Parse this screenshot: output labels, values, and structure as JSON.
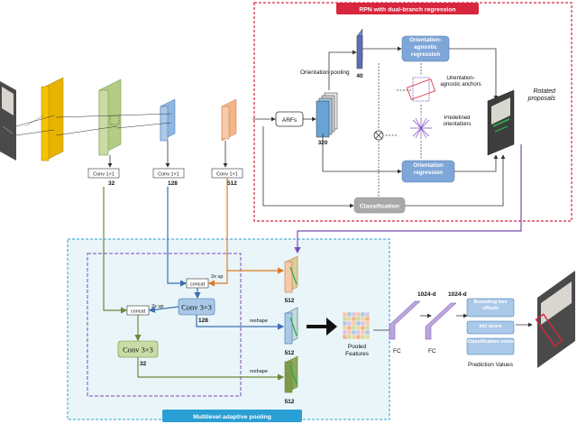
{
  "rpn": {
    "title": "RPN with dual-branch regression",
    "orientation_pooling": "Orientation pooling",
    "channels_40": "40",
    "channels_320": "320",
    "arfs": "ARFs",
    "orientation_agnostic_regression": "Orientation-agnostic regression",
    "orientation_agnostic_anchors": "Orientation-agnostic anchors",
    "predefined_orientations": "Predefined orientations",
    "orientation_regression": "Orientation regression",
    "classification": "Classification",
    "rotated_proposals": "Rotated proposals"
  },
  "backbone": {
    "conv_labels": [
      "Conv 1×1",
      "Conv 1×1",
      "Conv 1×1"
    ],
    "channels": [
      "32",
      "128",
      "512"
    ]
  },
  "pooling": {
    "title": "Multilevel adaptive pooling",
    "concat": "concat",
    "upsample": "2x up",
    "conv3": "Conv 3×3",
    "ch128": "128",
    "ch32": "32",
    "reshape": "reshape",
    "ch512": "512",
    "pooled_features": "Pooled Features"
  },
  "head": {
    "fc": "FC",
    "dims": [
      "1024-d",
      "1024-d"
    ],
    "outputs": [
      "Bounding box offsets",
      "IoU score",
      "Classification score"
    ],
    "prediction_values": "Prediction Values"
  },
  "colors": {
    "rpn_border": "#d7263d",
    "pool_border": "#2a9fd6",
    "pool_fill": "#e9f5f8",
    "dashed_purple": "#7b4bb8",
    "blue_box": "#7ea6d8",
    "gray_box": "#a9a9a9",
    "yellow": "#f6c300",
    "green": "#c9dca5",
    "light_blue": "#aac9e8",
    "peach": "#f6c9a8",
    "purple": "#b9a7da",
    "olive_line": "#6b8a3a",
    "blue_line": "#3b6fb0",
    "orange_line": "#e07b22"
  }
}
